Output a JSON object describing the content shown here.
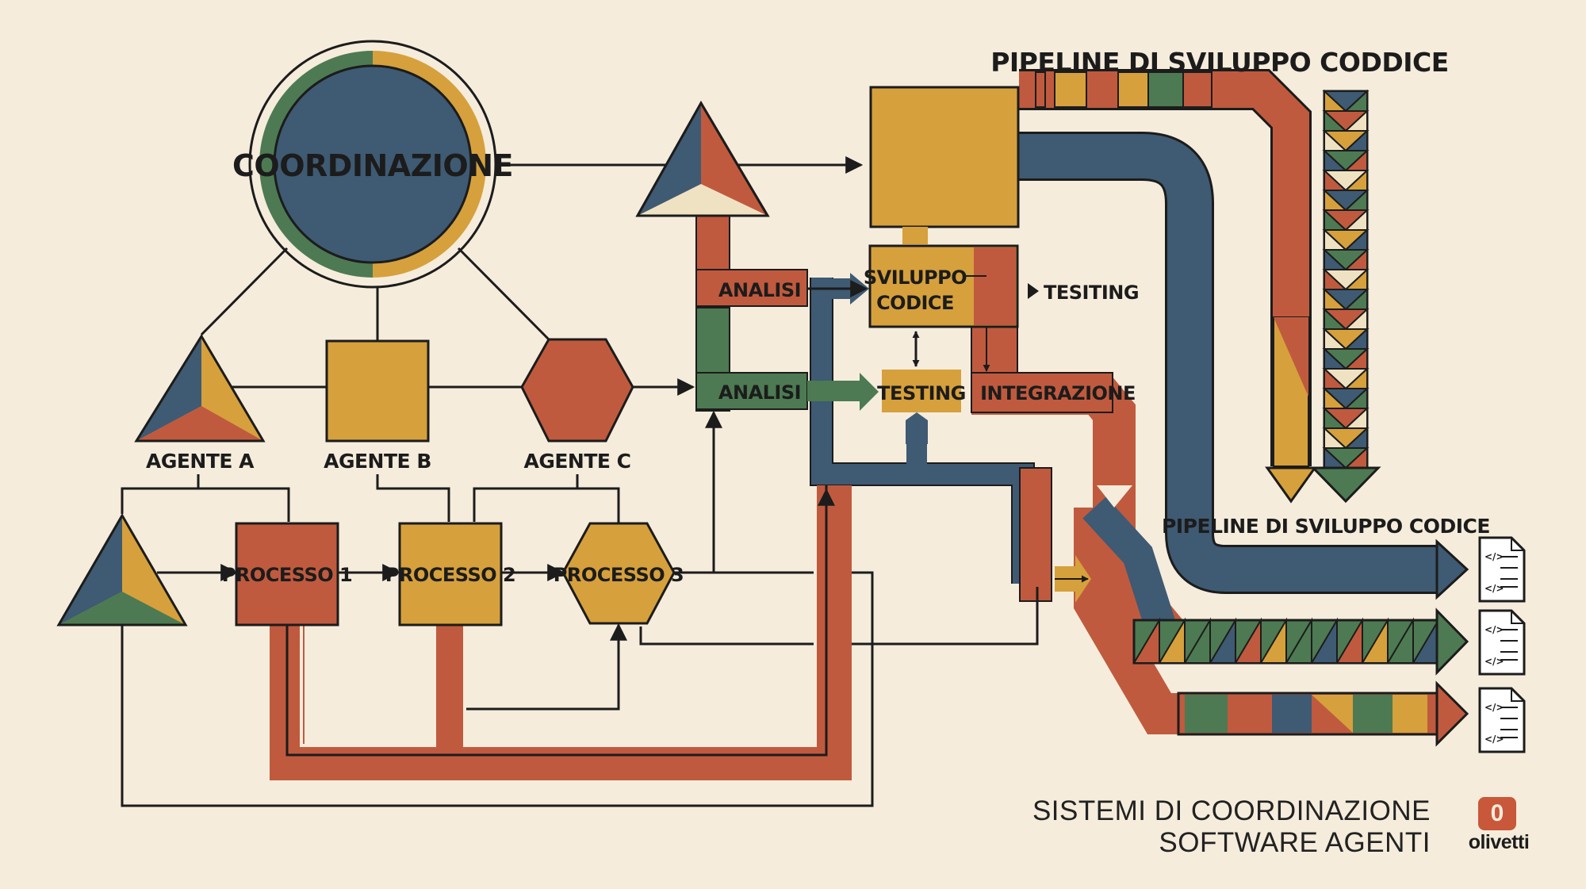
{
  "colors": {
    "background": "#f5ecdc",
    "navy": "#3f5a73",
    "mustard": "#d6a03c",
    "rust": "#c05a3e",
    "green": "#4d7a52",
    "cream": "#efe2c2",
    "ink": "#1c1c1c"
  },
  "hub": {
    "label": "COORDINAZIONE"
  },
  "agents": [
    {
      "label": "AGENTE A",
      "shape": "triangle-icon"
    },
    {
      "label": "AGENTE B",
      "shape": "square-icon"
    },
    {
      "label": "AGENTE C",
      "shape": "hexagon-icon"
    }
  ],
  "processes": [
    {
      "label": "PROCESSO 1"
    },
    {
      "label": "PROCESSO 2"
    },
    {
      "label": "PROCESSO 3"
    }
  ],
  "flow_labels": {
    "analisi_top": "ANALISI",
    "analisi_bottom": "ANALISI",
    "sviluppo_line1": "SVILUPPO",
    "sviluppo_line2": "CODICE",
    "tesiting": "TESITING",
    "testing": "TESTING",
    "integrazione": "INTEGRAZIONE"
  },
  "pipeline": {
    "title": "PIPELINE DI SVILUPPO CODDICE",
    "output_label": "PIPELINE DI SVILUPPO CODICE",
    "outputs": [
      "code-file-icon",
      "code-file-icon",
      "code-file-icon"
    ]
  },
  "footer": {
    "line1": "SISTEMI DI COORDINAZIONE",
    "line2": "SOFTWARE AGENTI"
  },
  "logo": {
    "mark": "0",
    "text": "olivetti"
  }
}
